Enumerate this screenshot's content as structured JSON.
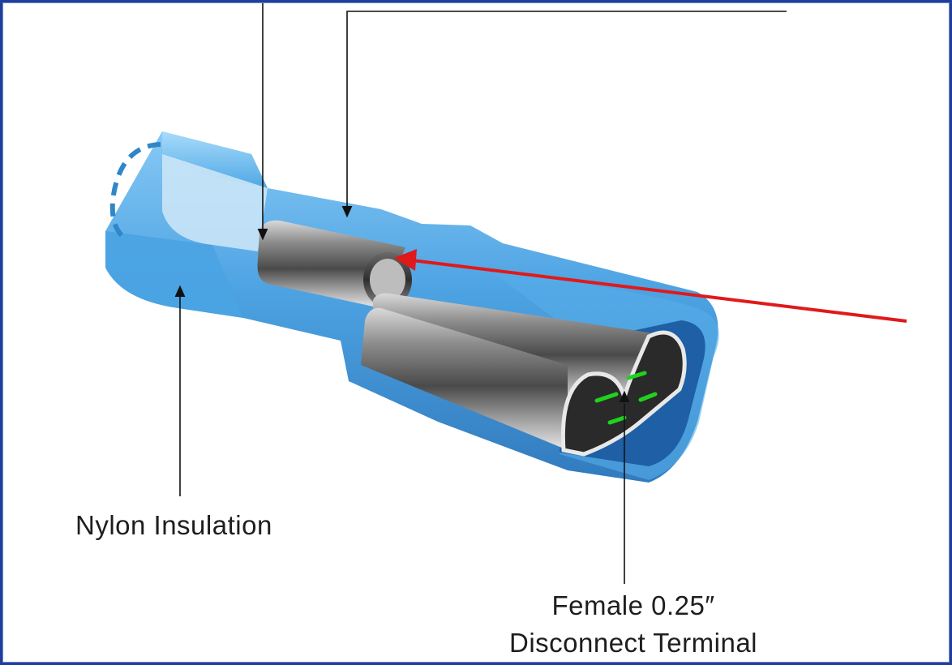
{
  "labels": {
    "nylon_insulation": "Nylon Insulation",
    "female_terminal_line1": "Female 0.25″",
    "female_terminal_line2": "Disconnect Terminal"
  },
  "colors": {
    "frame_border": "#1f3f9a",
    "insulation_blue": "#3f9fe0",
    "metal_silver": "#9a9a9a",
    "pointer_arrow": "#e0191b",
    "highlight_dashes": "#1fd21f",
    "dashed_opening": "#2f86c8",
    "leader_lines": "#111111"
  }
}
